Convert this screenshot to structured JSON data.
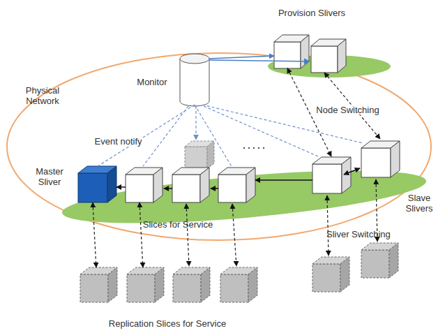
{
  "diagram": {
    "nodes": [
      {
        "text": [
          "Physical Network"
        ]
      },
      {
        "text": [
          "Provision Slivers"
        ]
      },
      {
        "text": [
          "Monitor"
        ]
      },
      {
        "text": [
          "Master Sliver"
        ]
      },
      {
        "text": [
          "Slices for Service"
        ]
      },
      {
        "text": [
          "Slave Slivers"
        ]
      },
      {
        "text": [
          "Replication Slices for Service"
        ]
      }
    ],
    "edges": [
      {
        "from": 2,
        "to": 1,
        "arrow": "to"
      },
      {
        "from": 1,
        "to": 5,
        "label": "Node Switching",
        "arrow": "both"
      },
      {
        "from": 2,
        "to": 3,
        "label": "Event notify",
        "arrow": "none"
      },
      {
        "from": 2,
        "to": 4,
        "arrow": "none"
      },
      {
        "from": 2,
        "to": 5,
        "arrow": "none"
      },
      {
        "from": 5,
        "to": 4,
        "arrow": "to"
      },
      {
        "from": 4,
        "to": 3,
        "arrow": "to"
      },
      {
        "from": 3,
        "to": 6,
        "arrow": "both"
      },
      {
        "from": 4,
        "to": 6,
        "arrow": "both"
      }
    ],
    "labels": [
      "Sliver Switching"
    ]
  }
}
